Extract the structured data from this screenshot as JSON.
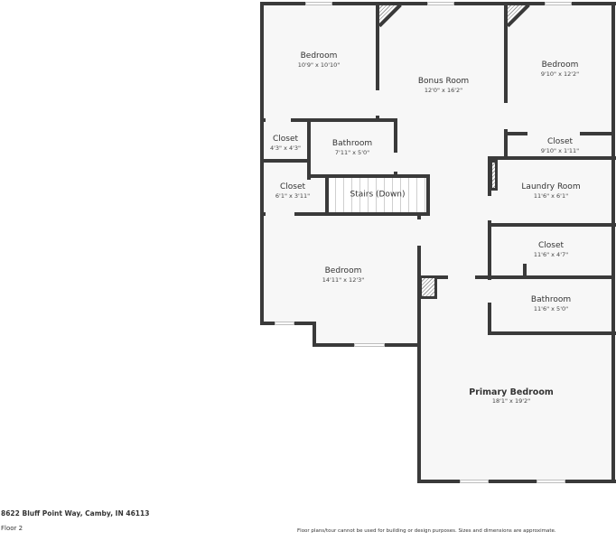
{
  "floor_plan": {
    "rooms": [
      {
        "name": "Bedroom",
        "dimensions": "10'9\" x 10'10\""
      },
      {
        "name": "Bonus Room",
        "dimensions": "12'0\" x 16'2\""
      },
      {
        "name": "Bedroom",
        "dimensions": "9'10\" x 12'2\""
      },
      {
        "name": "Closet",
        "dimensions": "4'3\" x 4'3\""
      },
      {
        "name": "Bathroom",
        "dimensions": "7'11\" x 5'0\""
      },
      {
        "name": "Closet",
        "dimensions": "9'10\" x 1'11\""
      },
      {
        "name": "Closet",
        "dimensions": "6'1\" x 3'11\""
      },
      {
        "name": "Stairs (Down)",
        "dimensions": ""
      },
      {
        "name": "Laundry Room",
        "dimensions": "11'6\" x 6'1\""
      },
      {
        "name": "Closet",
        "dimensions": "11'6\" x 4'7\""
      },
      {
        "name": "Bedroom",
        "dimensions": "14'11\" x 12'3\""
      },
      {
        "name": "Bathroom",
        "dimensions": "11'6\" x 5'0\""
      },
      {
        "name": "Primary Bedroom",
        "dimensions": "18'1\" x 19'2\""
      }
    ]
  },
  "footer": {
    "address": "8622 Bluff Point Way, Camby, IN 46113",
    "floor": "Floor 2",
    "disclaimer": "Floor plans/tour cannot be used for building or design purposes. Sizes and dimensions are approximate."
  },
  "colors": {
    "wall": "#3a3a3a",
    "floor": "#f7f7f7",
    "background": "#ffffff"
  }
}
